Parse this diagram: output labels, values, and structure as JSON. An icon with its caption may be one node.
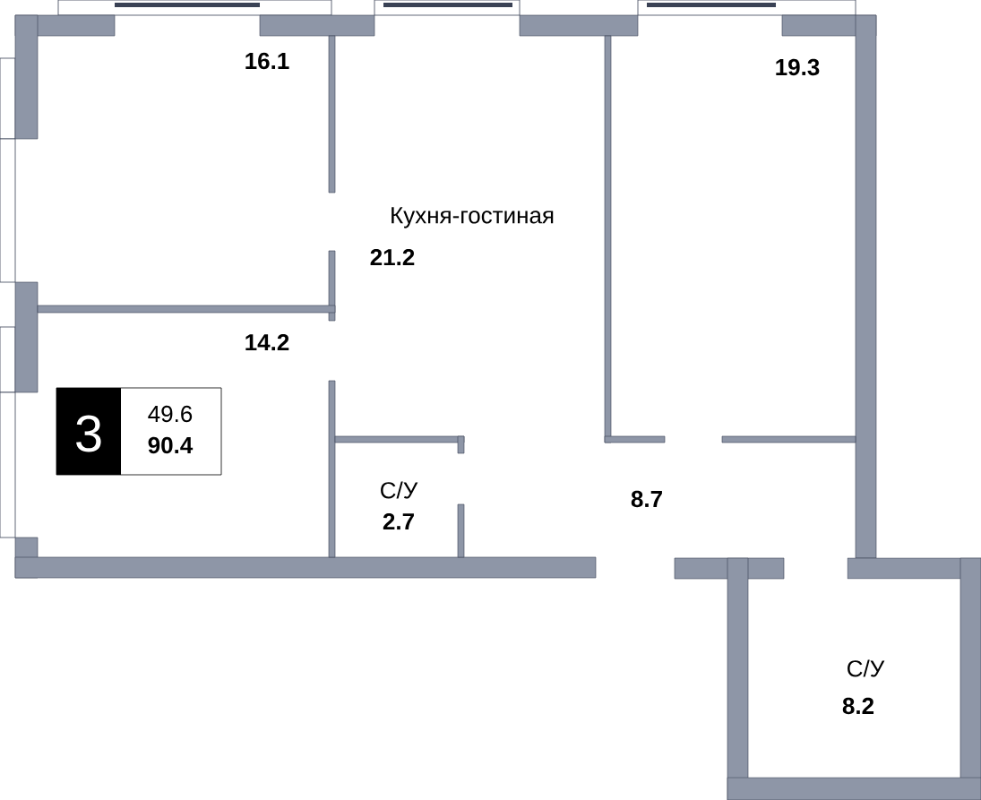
{
  "diagram": {
    "nodes": [
      {
        "text": [
          "3",
          "49.6",
          "90.4"
        ]
      }
    ],
    "labels": [
      "16.1",
      "19.3",
      "Кухня-гостиная",
      "21.2",
      "14.2",
      "С/У",
      "2.7",
      "8.7",
      "С/У",
      "8.2"
    ]
  }
}
